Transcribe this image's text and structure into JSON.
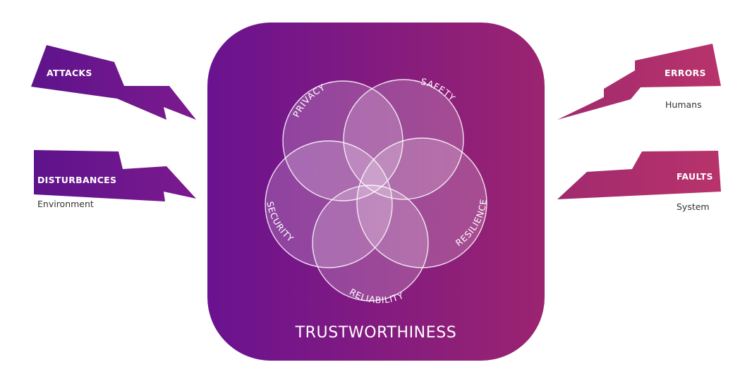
{
  "colors": {
    "left_gradient": "#6a1290",
    "right_gradient": "#9b2470",
    "bolt_left": "#6a158e",
    "bolt_right": "#b02f6c",
    "circle_fill": "#ffffff",
    "circle_stroke": "#ffffff"
  },
  "title": "TRUSTWORTHINESS",
  "properties": {
    "privacy": "PRIVACY",
    "safety": "SAFETY",
    "security": "SECURITY",
    "resilience": "RESILIENCE",
    "reliability": "RELIABILITY"
  },
  "threats": {
    "attacks": {
      "label": "ATTACKS"
    },
    "disturbances": {
      "label": "DISTURBANCES",
      "source": "Environment"
    },
    "errors": {
      "label": "ERRORS",
      "source": "Humans"
    },
    "faults": {
      "label": "FAULTS",
      "source": "System"
    }
  }
}
